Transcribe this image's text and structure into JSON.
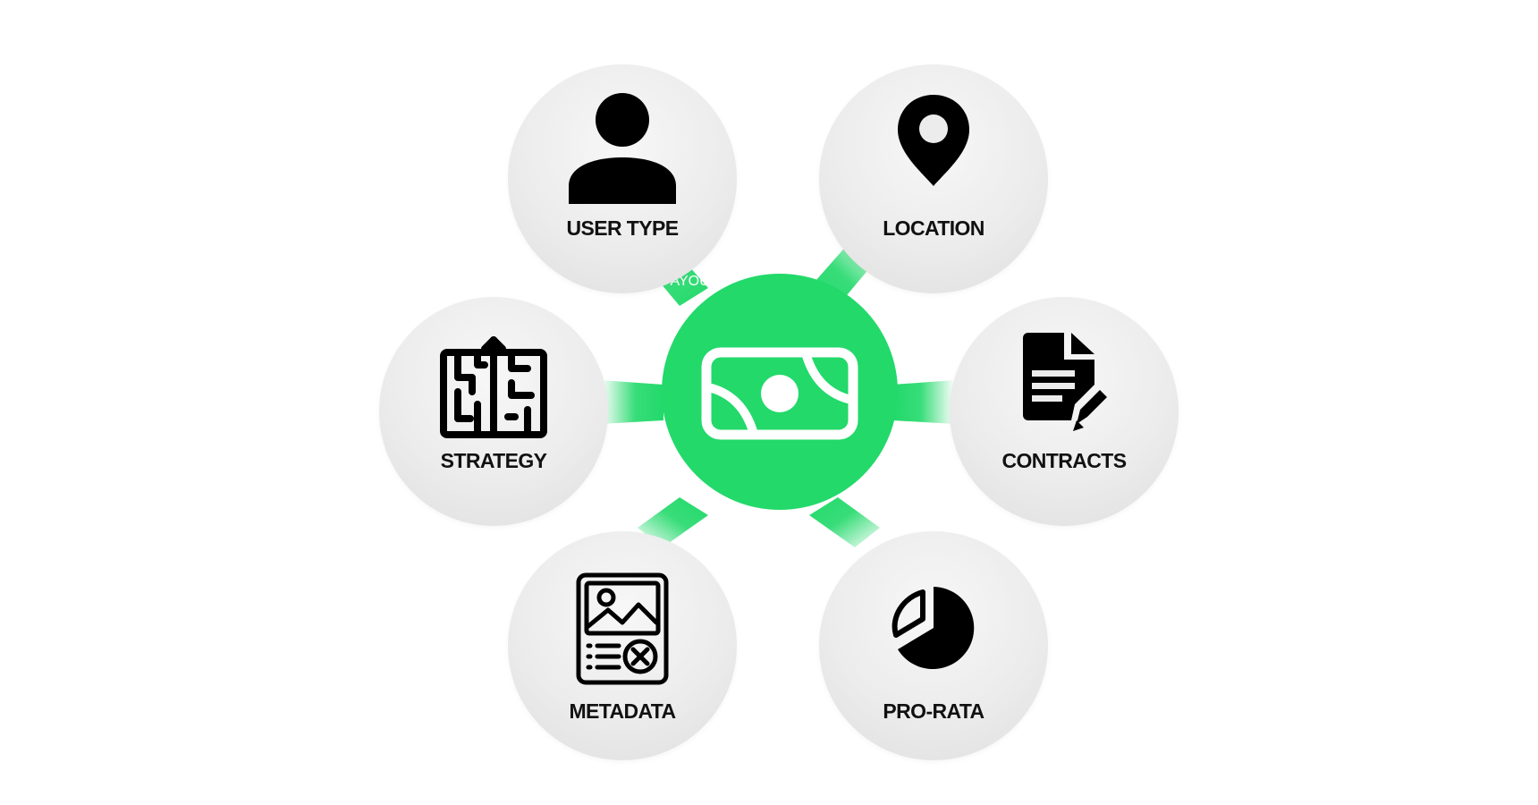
{
  "diagram": {
    "hub": {
      "label": "PAYOUTS",
      "icon": "banknote-icon",
      "color": "#22d96a"
    },
    "nodes": [
      {
        "id": "user-type",
        "label": "USER TYPE",
        "icon": "user-icon"
      },
      {
        "id": "location",
        "label": "LOCATION",
        "icon": "map-pin-icon"
      },
      {
        "id": "strategy",
        "label": "STRATEGY",
        "icon": "maze-arrow-icon"
      },
      {
        "id": "contracts",
        "label": "CONTRACTS",
        "icon": "document-edit-icon"
      },
      {
        "id": "metadata",
        "label": "METADATA",
        "icon": "image-list-icon"
      },
      {
        "id": "pro-rata",
        "label": "PRO-RATA",
        "icon": "pie-chart-icon"
      }
    ],
    "colors": {
      "node_fill": "#ececec",
      "text": "#111111",
      "connector": "#22d96a"
    }
  }
}
